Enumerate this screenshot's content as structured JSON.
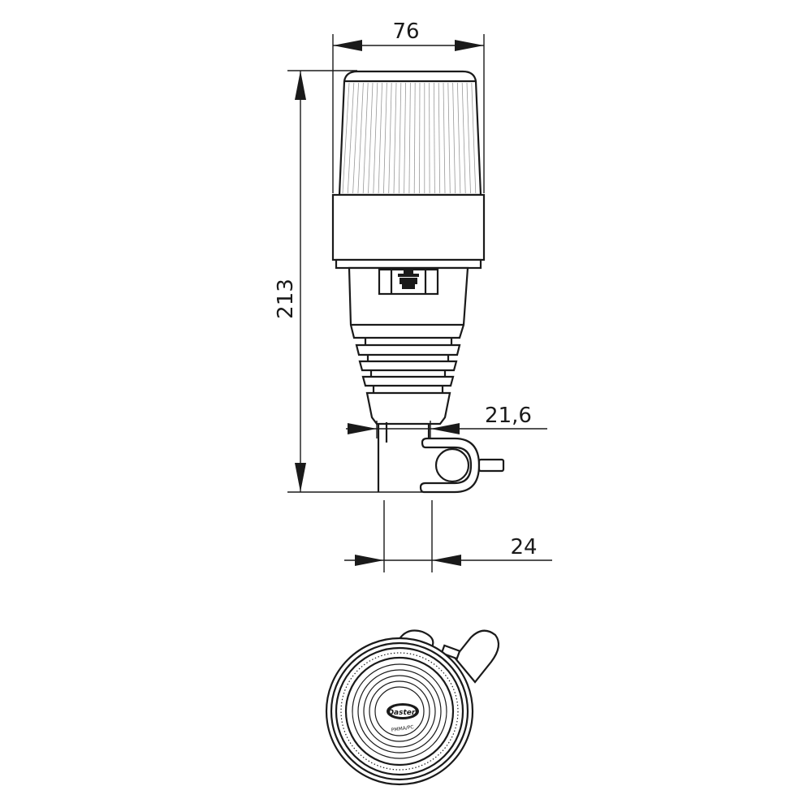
{
  "dimensions": {
    "width_top": "76",
    "height_total": "213",
    "neck_diameter": "21,6",
    "mount_width": "24"
  },
  "logo": {
    "brand": "Dasteri",
    "material_mark": "PMMA/PC"
  },
  "colors": {
    "line": "#1a1a1a",
    "background": "#ffffff"
  }
}
